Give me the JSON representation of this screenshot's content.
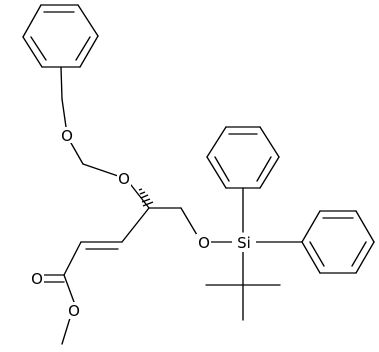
{
  "diagram": {
    "type": "chemical-structure",
    "atom_labels": {
      "o_bnom_ether": "O",
      "o_mom_ether": "O",
      "o_silyl_ether": "O",
      "si": "Si",
      "o_carbonyl": "O",
      "o_ester": "O"
    },
    "colors": {
      "bond": "#000000",
      "label": "#000000",
      "background": "#ffffff"
    }
  }
}
